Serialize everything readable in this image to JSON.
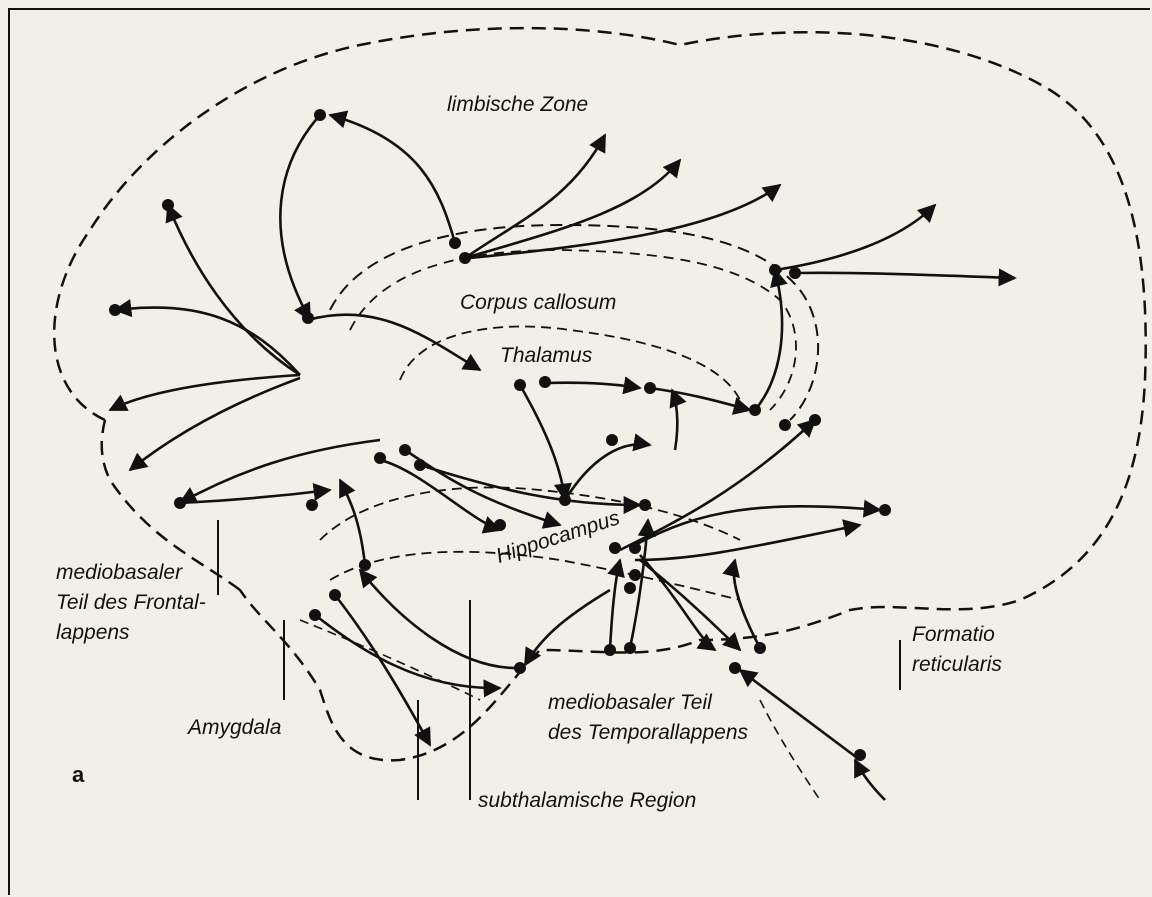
{
  "figure": {
    "panel_letter": "a",
    "labels": {
      "limbic_zone": "limbische Zone",
      "corpus_callosum": "Corpus callosum",
      "thalamus": "Thalamus",
      "hippocampus": "Hippocampus",
      "frontal_line1": "mediobasaler",
      "frontal_line2": "Teil des Frontal-",
      "frontal_line3": "lappens",
      "amygdala": "Amygdala",
      "subthalamic": "subthalamische Region",
      "temporal_line1": "mediobasaler Teil",
      "temporal_line2": "des Temporallappens",
      "reticular_line1": "Formatio",
      "reticular_line2": "reticularis"
    }
  },
  "colors": {
    "ink": "#111111",
    "paper": "#f2efe8",
    "bleed_text": "#c9c5bc"
  }
}
